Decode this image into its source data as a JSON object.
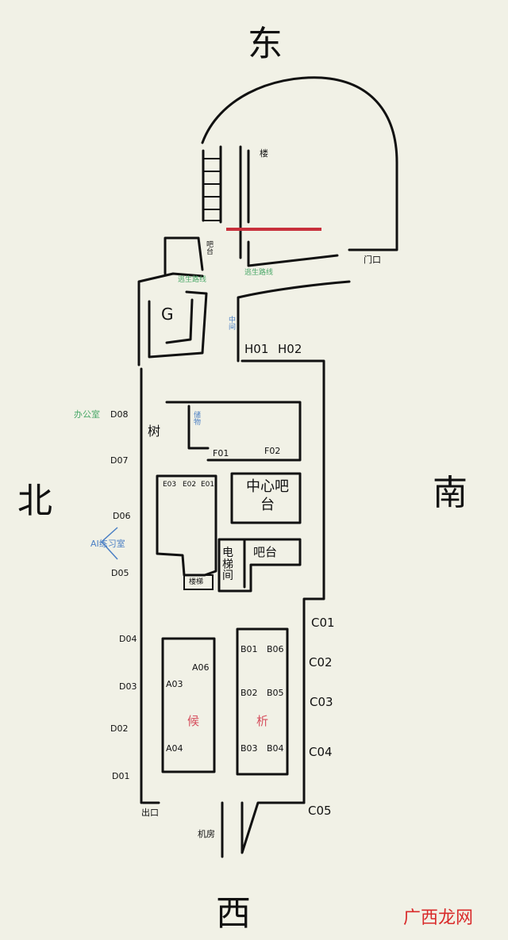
{
  "compass": {
    "east": "东",
    "south": "南",
    "west": "西",
    "north": "北"
  },
  "labels": {
    "building": "楼",
    "entrance": "门口",
    "bar_small": "吧台",
    "escape_route_left": "逃生路线",
    "escape_route_right": "逃生路线",
    "room_g": "G",
    "central": "中间",
    "h01": "H01",
    "h02": "H02",
    "office": "办公室",
    "d08": "D08",
    "tree": "树",
    "storage": "储物",
    "f01": "F01",
    "f02": "F02",
    "d07": "D07",
    "e03": "E03",
    "e02": "E02",
    "e01": "E01",
    "central_bar": "中心吧台",
    "d06": "D06",
    "ai_room": "AI练习室",
    "elevator": "电梯间",
    "bar_lower": "吧台",
    "d05": "D05",
    "stairs": "楼梯",
    "c01": "C01",
    "d04": "D04",
    "a06": "A06",
    "b01": "B01",
    "b06": "B06",
    "c02": "C02",
    "d03": "D03",
    "a03": "A03",
    "b02": "B02",
    "b05": "B05",
    "c03": "C03",
    "waiting": "候",
    "analysis": "析",
    "d02": "D02",
    "a04": "A04",
    "b03": "B03",
    "b04": "B04",
    "c04": "C04",
    "d01": "D01",
    "exit": "出口",
    "c05": "C05",
    "machine_room": "机房"
  },
  "watermark": "广西龙网",
  "colors": {
    "background": "#f1f1e6",
    "ink": "#111111",
    "green": "#4aa868",
    "blue": "#4a7fc4",
    "red": "#d64f5e",
    "barrier": "#c8303c",
    "watermark": "#d92b2b"
  }
}
